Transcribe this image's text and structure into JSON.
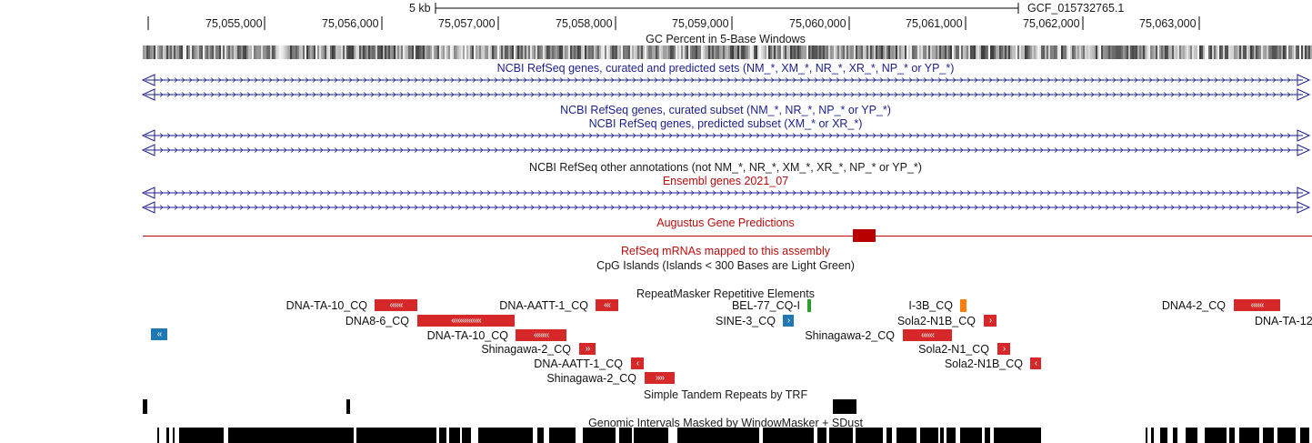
{
  "ruler": {
    "scale_label": "5 kb",
    "assembly": "GCF_015732765.1",
    "positions": [
      "75,055,000",
      "75,056,000",
      "75,057,000",
      "75,058,000",
      "75,059,000",
      "75,060,000",
      "75,061,000",
      "75,062,000",
      "75,063,000"
    ]
  },
  "tracks": {
    "gc_percent": "GC Percent in 5-Base Windows",
    "refseq_all": "NCBI RefSeq genes, curated and predicted sets (NM_*, XM_*, NR_*, XR_*, NP_* or YP_*)",
    "refseq_curated": "NCBI RefSeq genes, curated subset (NM_*, NR_*, NP_* or YP_*)",
    "refseq_predicted": "NCBI RefSeq genes, predicted subset (XM_* or XR_*)",
    "refseq_other": "NCBI RefSeq other annotations (not NM_*, NR_*, XM_*, XR_*, NP_* or YP_*)",
    "ensembl": "Ensembl genes 2021_07",
    "augustus": "Augustus Gene Predictions",
    "refseq_mrna": "RefSeq mRNAs mapped to this assembly",
    "cpg": "CpG Islands (Islands < 300 Bases are Light Green)",
    "repeatmasker": "RepeatMasker Repetitive Elements",
    "trf": "Simple Tandem Repeats by TRF",
    "windowmasker": "Genomic Intervals Masked by WindowMasker + SDust"
  },
  "repeats": {
    "labels": [
      "DNA-TA-10_CQ",
      "DNA-AATT-1_CQ",
      "BEL-77_CQ-I",
      "I-3B_CQ",
      "DNA4-2_CQ",
      "DNA8-6_CQ",
      "SINE-3_CQ",
      "Sola2-N1B_CQ",
      "DNA-TA-12",
      "DNA-TA-10_CQ",
      "Shinagawa-2_CQ",
      "Shinagawa-2_CQ",
      "Sola2-N1_CQ",
      "DNA-AATT-1_CQ",
      "Sola2-N1B_CQ",
      "Shinagawa-2_CQ"
    ],
    "glyphs": [
      "‹‹‹‹‹‹",
      "‹‹‹",
      "‹‹‹‹‹‹",
      "‹‹‹‹‹‹‹‹‹‹‹‹‹‹",
      "›",
      "‹‹",
      "‹‹‹‹‹‹‹",
      "››",
      "›",
      "‹",
      "‹‹",
      "››››",
      "‹"
    ]
  },
  "colors": {
    "navy": "#1b1f8a",
    "red": "#d62828",
    "dark_red": "#b80000",
    "blue": "#1f77b4",
    "green": "#2ca02c",
    "orange": "#ff7f0e"
  }
}
